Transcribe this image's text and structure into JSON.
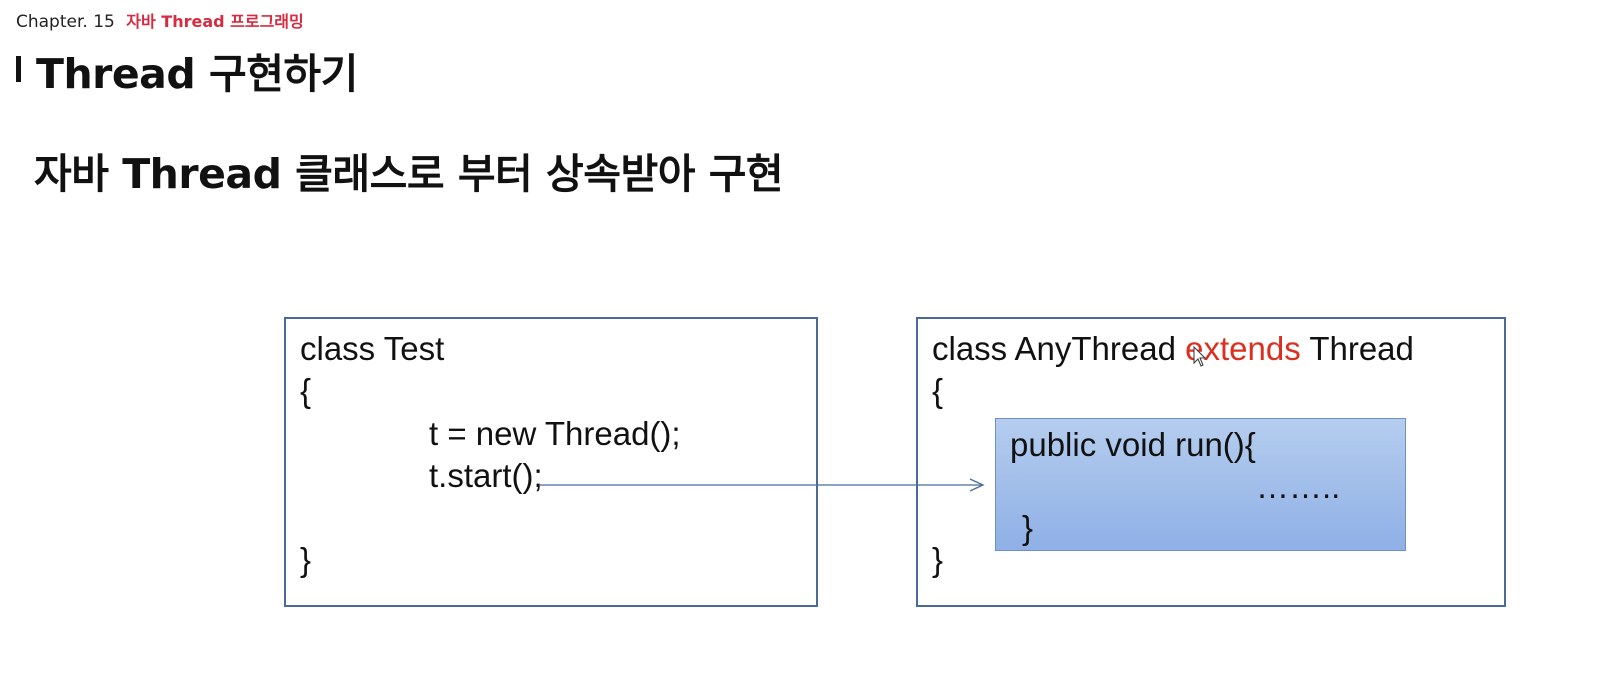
{
  "header": {
    "chapter_label": "Chapter. 15",
    "chapter_title": "자바 Thread 프로그래밍",
    "title": "Thread 구현하기"
  },
  "subtitle": "자바 Thread 클래스로 부터 상속받아 구현",
  "test_class": {
    "line1": "class Test",
    "open_brace": "{",
    "line_new": "t =  new Thread();",
    "line_start": "t.start();",
    "close_brace": "}"
  },
  "any_thread_class": {
    "class_kw": "class AnyThread",
    "extends_kw": "extends",
    "parent": "Thread",
    "open_brace": "{",
    "close_brace": "}"
  },
  "run_method": {
    "signature": "public void run(){",
    "body": "……..",
    "close_brace": "}"
  },
  "colors": {
    "chapter_title": "#d62b40",
    "extends_keyword": "#d9301f",
    "box_border": "#4a6a9c",
    "run_box_fill": "#a3bfea"
  }
}
